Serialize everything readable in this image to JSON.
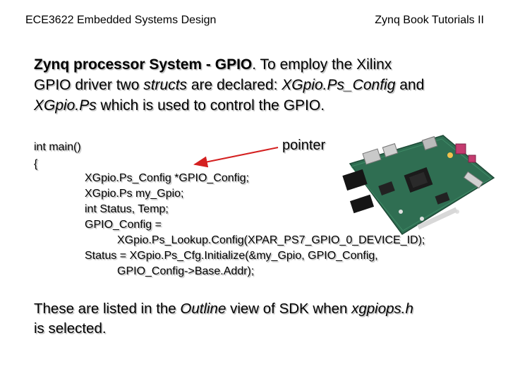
{
  "header": {
    "course": "ECE3622 Embedded Systems Design",
    "topic": "Zynq Book Tutorials II"
  },
  "intro": {
    "lead": "Zynq processor System - GPIO",
    "line1_rest": ". To employ the Xilinx",
    "line2_a": "GPIO driver two ",
    "line2_em": "structs",
    "line2_b": " are declared: ",
    "line2_em2": "XGpio.Ps_Config",
    "line2_c": " and",
    "line3_em": "XGpio.Ps",
    "line3_rest": "  which is used to control the GPIO."
  },
  "annotation": {
    "pointer": "pointer"
  },
  "code": {
    "main": "int main()",
    "brace": "{",
    "l1": "XGpio.Ps_Config *GPIO_Config;",
    "l2": "XGpio.Ps my_Gpio;",
    "l3": "int Status, Temp;",
    "l4": "GPIO_Config =",
    "l5": "XGpio.Ps_Lookup.Config(XPAR_PS7_GPIO_0_DEVICE_ID);",
    "l6": "Status = XGpio.Ps_Cfg.Initialize(&my_Gpio, GPIO_Config,",
    "l7": "GPIO_Config->Base.Addr);"
  },
  "outro": {
    "a": "These are listed in the ",
    "em": "Outline",
    "b": " view of SDK when ",
    "em2": "xgpiops.h",
    "line2": "is selected."
  },
  "colors": {
    "arrow": "#d42020",
    "board": "#2f6e52"
  }
}
